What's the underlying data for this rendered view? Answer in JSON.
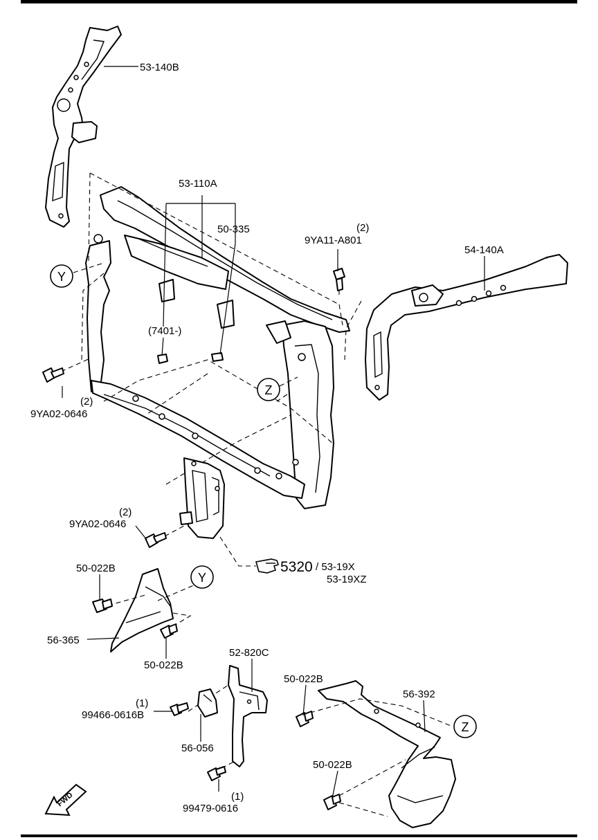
{
  "labels": {
    "l_53_140b": "53-140B",
    "l_53_110a": "53-110A",
    "l_50_335": "50-335",
    "l_9ya11_qty": "(2)",
    "l_9ya11": "9YA11-A801",
    "l_54_140a": "54-140A",
    "l_7401": "(7401-)",
    "l_9ya02_top_qty": "(2)",
    "l_9ya02_top": "9YA02-0646",
    "l_9ya02_mid_qty": "(2)",
    "l_9ya02_mid": "9YA02-0646",
    "l_5320": "5320",
    "l_53_19x": "/ 53-19X",
    "l_53_19xz": "53-19XZ",
    "l_50_022b_a": "50-022B",
    "l_56_365": "56-365",
    "l_50_022b_b": "50-022B",
    "l_52_820c": "52-820C",
    "l_99466_qty": "(1)",
    "l_99466": "99466-0616B",
    "l_56_056": "56-056",
    "l_99479_qty": "(1)",
    "l_99479": "99479-0616",
    "l_50_022b_c": "50-022B",
    "l_56_392": "56-392",
    "l_50_022b_d": "50-022B"
  },
  "callouts": {
    "y_top": "Y",
    "y_mid": "Y",
    "z_top": "Z",
    "z_bottom": "Z"
  },
  "fwd_label": "FWD",
  "icons": {
    "reference_hand": "pointing-hand-icon",
    "forward_arrow": "fwd-arrow-icon"
  },
  "colors": {
    "line": "#000000",
    "background": "#ffffff"
  }
}
